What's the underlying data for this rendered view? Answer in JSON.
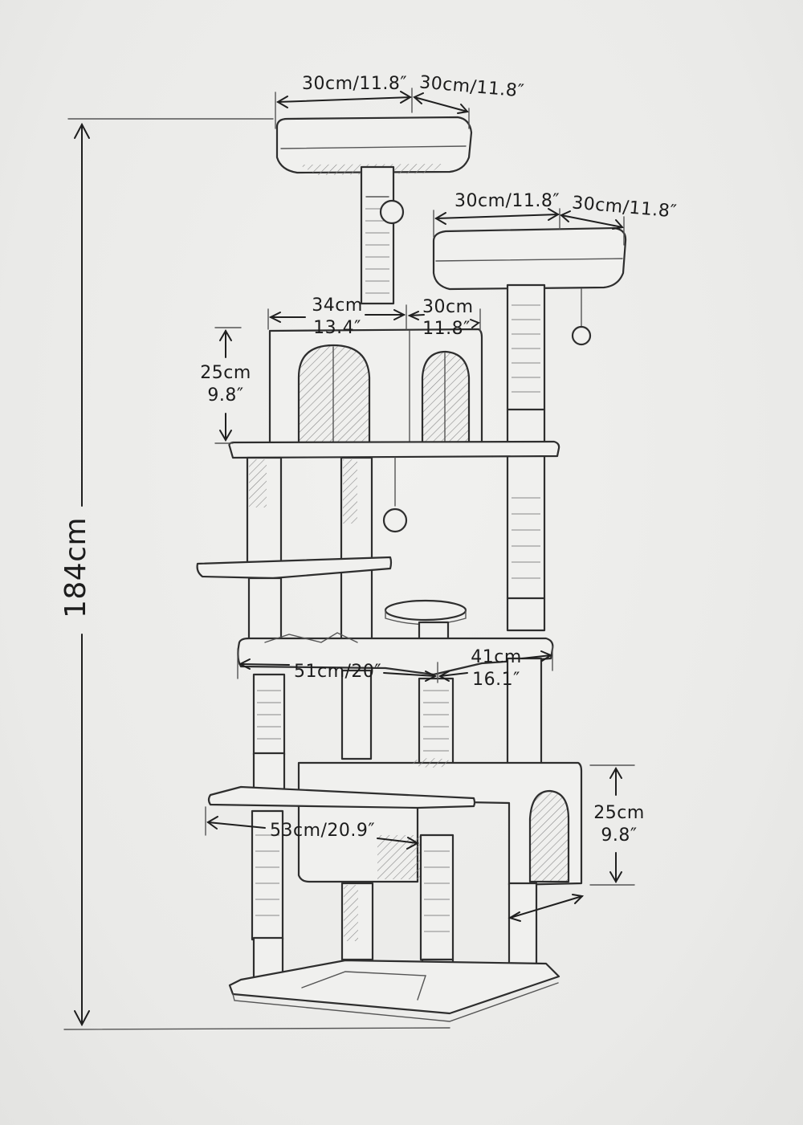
{
  "diagram": {
    "subject": "cat tree sketch with dimensions",
    "total_height": "184cm",
    "labels": {
      "top_perch_width": "30cm/11.8″",
      "top_perch_depth": "30cm/11.8″",
      "second_perch_width": "30cm/11.8″",
      "second_perch_depth": "30cm/11.8″",
      "condo_width_cm": "34cm",
      "condo_width_in": "13.4″",
      "condo_depth_cm": "30cm",
      "condo_depth_in": "11.8″",
      "condo_height_cm": "25cm",
      "condo_height_in": "9.8″",
      "hammock_width": "51cm/20″",
      "hammock_depth_cm": "41cm",
      "hammock_depth_in": "16.1″",
      "base_platform_width": "53cm/20.9″",
      "lower_condo_height_cm": "25cm",
      "lower_condo_height_in": "9.8″"
    },
    "colors": {
      "paper": "#ececea",
      "ink": "#2e2e2e"
    }
  }
}
